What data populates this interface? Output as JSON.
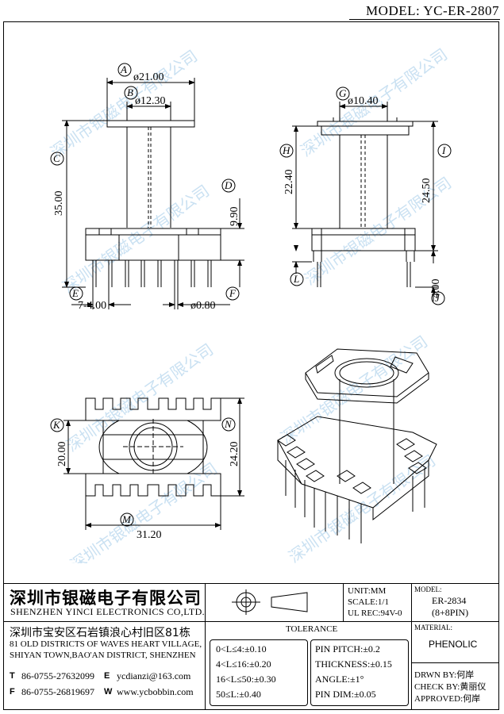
{
  "header": {
    "model_label": "MODEL: YC-ER-2807"
  },
  "watermark": {
    "text": "深圳市银磁电子有限公司"
  },
  "dims": {
    "A": "A",
    "B": "B",
    "C": "C",
    "D": "D",
    "E": "E",
    "F": "F",
    "G": "G",
    "H": "H",
    "I": "I",
    "J": "J",
    "K": "K",
    "L": "L",
    "M": "M",
    "N": "N",
    "d_a": "ø21.00",
    "d_b": "ø12.30",
    "d_c": "35.00",
    "d_d": "9.90",
    "d_e": "7-4.00",
    "d_f": "ø0.80",
    "d_g": "ø10.40",
    "d_h": "22.40",
    "d_i": "24.50",
    "d_j": "4.00",
    "d_k": "20.00",
    "d_m": "31.20",
    "d_n": "24.20"
  },
  "company": {
    "name_cn": "深圳市银磁电子有限公司",
    "name_en": "SHENZHEN YINCI ELECTRONICS CO,LTD.",
    "address_cn": "深圳市宝安区石岩镇浪心村旧区81栋",
    "address_en_1": "81 OLD DISTRICTS OF WAVES HEART VILLAGE,",
    "address_en_2": "SHIYAN TOWN,BAO'AN DISTRICT, SHENZHEN",
    "tel_label": "T",
    "tel": "86-0755-27632099",
    "email_label": "E",
    "email": "ycdianzi@163.com",
    "fax_label": "F",
    "fax": "86-0755-26819697",
    "web_label": "W",
    "web": "www.ycbobbin.com"
  },
  "spec": {
    "unit": "UNIT:MM",
    "scale": "SCALE:1/1",
    "ul_rec": "UL REC:94V-0",
    "model_title": "MODEL:",
    "model_value": "ER-2834",
    "model_pins": "(8+8PIN)",
    "material_title": "MATERIAL:",
    "material_value": "PHENOLIC",
    "drawn": "DRWN BY:何岸",
    "check": "CHECK BY:黄丽仪",
    "approved": "APPROVED:何岸"
  },
  "tolerance": {
    "title": "TOLERANCE",
    "left": [
      "0<L≤4:±0.10",
      "4<L≤16:±0.20",
      "16<L≤50:±0.30",
      "50≤L:±0.40"
    ],
    "right": [
      "PIN PITCH:±0.2",
      "THICKNESS:±0.15",
      "ANGLE:±1°",
      "PIN DIM:±0.05"
    ]
  }
}
